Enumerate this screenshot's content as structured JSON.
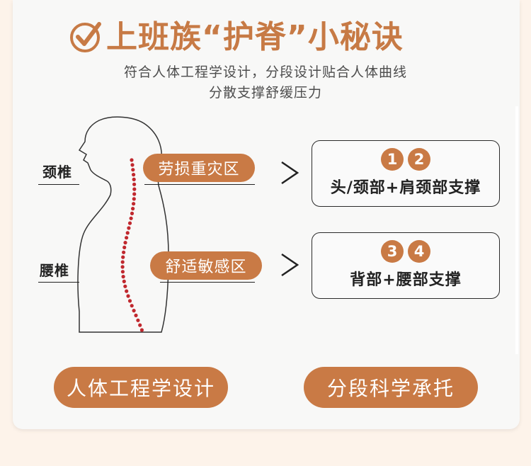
{
  "header": {
    "title": "上班族“护脊”小秘诀",
    "subtitle_line1": "符合人体工程学设计，分段设计贴合人体曲线",
    "subtitle_line2": "分散支撑舒缓压力"
  },
  "labels": {
    "neck": "颈椎",
    "waist": "腰椎"
  },
  "zones": [
    {
      "label": "劳损重灾区",
      "numbers": [
        "1",
        "2"
      ],
      "support": "头/颈部+肩颈部支撑"
    },
    {
      "label": "舒适敏感区",
      "numbers": [
        "3",
        "4"
      ],
      "support": "背部+腰部支撑"
    }
  ],
  "buttons": {
    "left": "人体工程学设计",
    "right": "分段科学承托"
  },
  "colors": {
    "accent": "#c97a45",
    "spine_dots": "#c0282e",
    "background": "#fdf3ea",
    "card": "#f8f8f7"
  }
}
